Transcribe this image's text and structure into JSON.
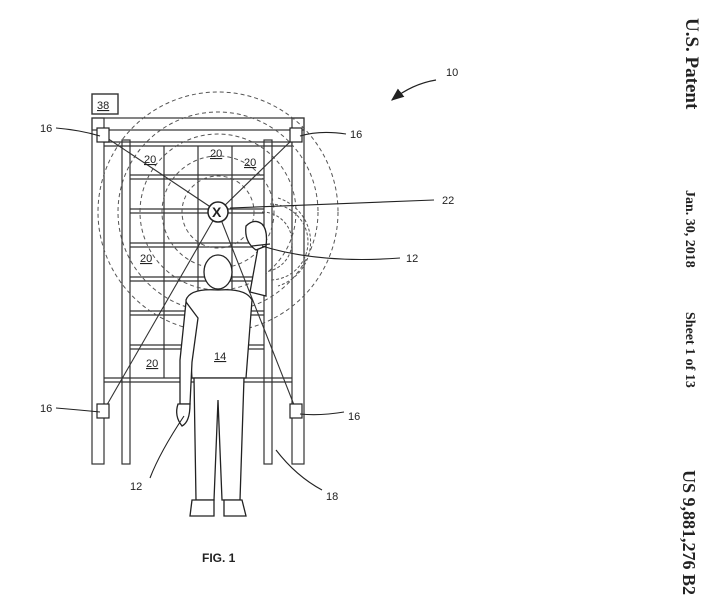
{
  "header": {
    "title": "U.S. Patent",
    "date": "Jan. 30, 2018",
    "sheet": "Sheet 1 of 13",
    "patent_number": "US 9,881,276 B2"
  },
  "figure": {
    "caption": "FIG. 1",
    "ref_system": "10",
    "ref_box": "38",
    "ref_sensor_tl": "16",
    "ref_sensor_tr": "16",
    "ref_sensor_bl": "16",
    "ref_sensor_br": "16",
    "ref_bin_a": "20",
    "ref_bin_b": "20",
    "ref_bin_c": "20",
    "ref_bin_d": "20",
    "ref_bin_e": "20",
    "ref_target": "22",
    "ref_hand": "12",
    "ref_person": "14",
    "ref_wrist": "12",
    "ref_frame": "18",
    "target_mark": "X"
  }
}
